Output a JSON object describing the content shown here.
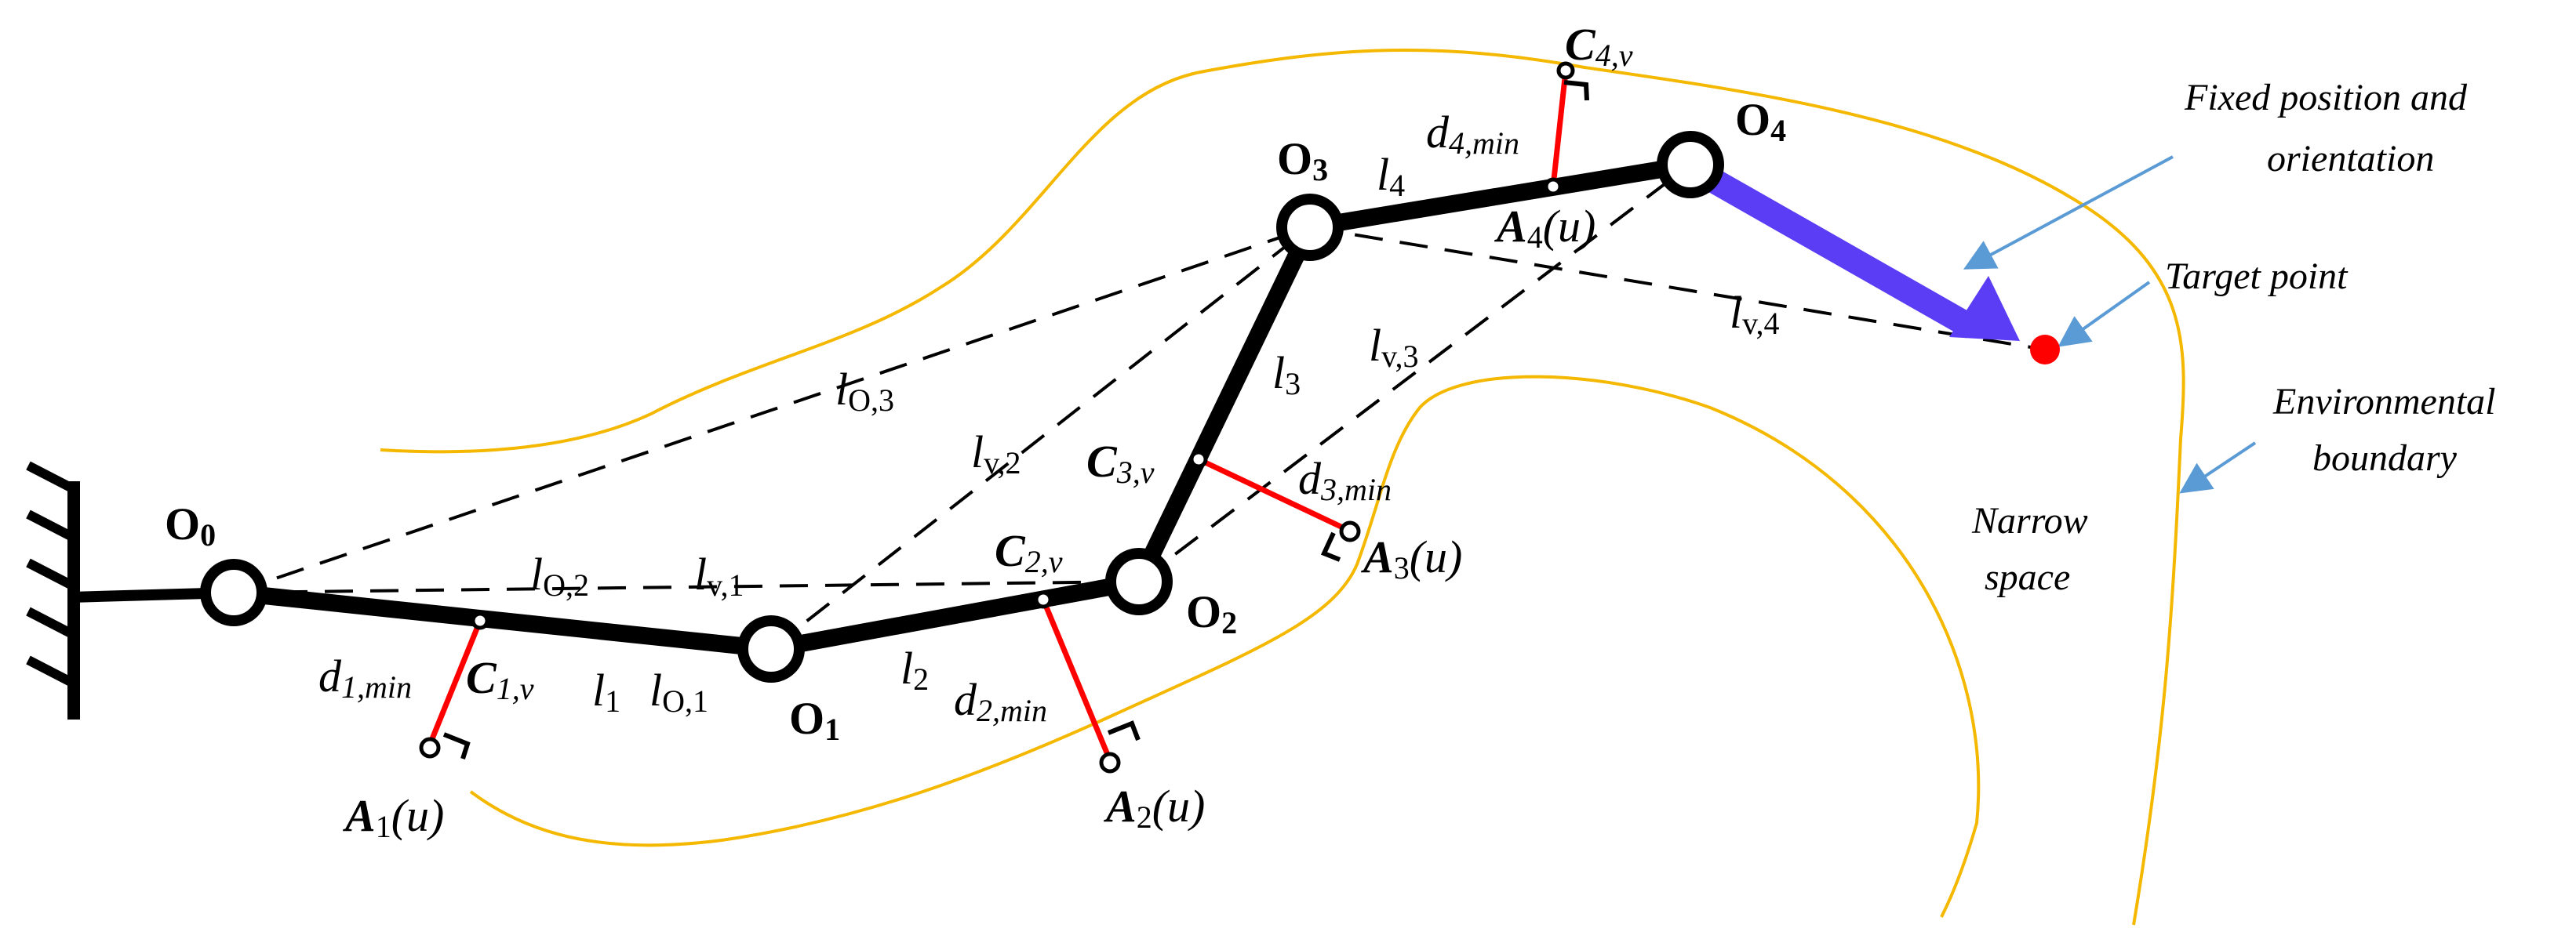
{
  "colors": {
    "link": "#000000",
    "boundary": "#F5B800",
    "distance": "#FF0000",
    "end_arrow": "#5A3DF5",
    "target": "#FF0000",
    "callout": "#5B9BD5"
  },
  "joints": {
    "o0": {
      "base": "O",
      "sub": "0"
    },
    "o1": {
      "base": "O",
      "sub": "1"
    },
    "o2": {
      "base": "O",
      "sub": "2"
    },
    "o3": {
      "base": "O",
      "sub": "3"
    },
    "o4": {
      "base": "O",
      "sub": "4"
    }
  },
  "links": {
    "l1": {
      "base": "l",
      "sub": "1"
    },
    "l2": {
      "base": "l",
      "sub": "2"
    },
    "l3": {
      "base": "l",
      "sub": "3"
    },
    "l4": {
      "base": "l",
      "sub": "4"
    }
  },
  "virtual_links": {
    "lo1": {
      "base": "l",
      "sub": "O,1"
    },
    "lo2": {
      "base": "l",
      "sub": "O,2"
    },
    "lo3": {
      "base": "l",
      "sub": "O,3"
    },
    "lv1": {
      "base": "l",
      "sub": "v,1"
    },
    "lv2": {
      "base": "l",
      "sub": "v,2"
    },
    "lv3": {
      "base": "l",
      "sub": "v,3"
    },
    "lv4": {
      "base": "l",
      "sub": "v,4"
    }
  },
  "closest_points": {
    "c1": {
      "base": "C",
      "sub": "1,v"
    },
    "c2": {
      "base": "C",
      "sub": "2,v"
    },
    "c3": {
      "base": "C",
      "sub": "3,v"
    },
    "c4": {
      "base": "C",
      "sub": "4,v"
    }
  },
  "boundary_points": {
    "a1": {
      "base": "A",
      "sub": "1",
      "arg": "(u)"
    },
    "a2": {
      "base": "A",
      "sub": "2",
      "arg": "(u)"
    },
    "a3": {
      "base": "A",
      "sub": "3",
      "arg": "(u)"
    },
    "a4": {
      "base": "A",
      "sub": "4",
      "arg": "(u)"
    }
  },
  "min_distances": {
    "d1": {
      "base": "d",
      "sub": "1,min"
    },
    "d2": {
      "base": "d",
      "sub": "2,min"
    },
    "d3": {
      "base": "d",
      "sub": "3,min"
    },
    "d4": {
      "base": "d",
      "sub": "4,min"
    }
  },
  "annotations": {
    "fixed_pose": [
      "Fixed position and",
      "orientation"
    ],
    "target_point": "Target point",
    "env_boundary": [
      "Environmental",
      "boundary"
    ],
    "narrow_space": [
      "Narrow",
      "space"
    ]
  }
}
